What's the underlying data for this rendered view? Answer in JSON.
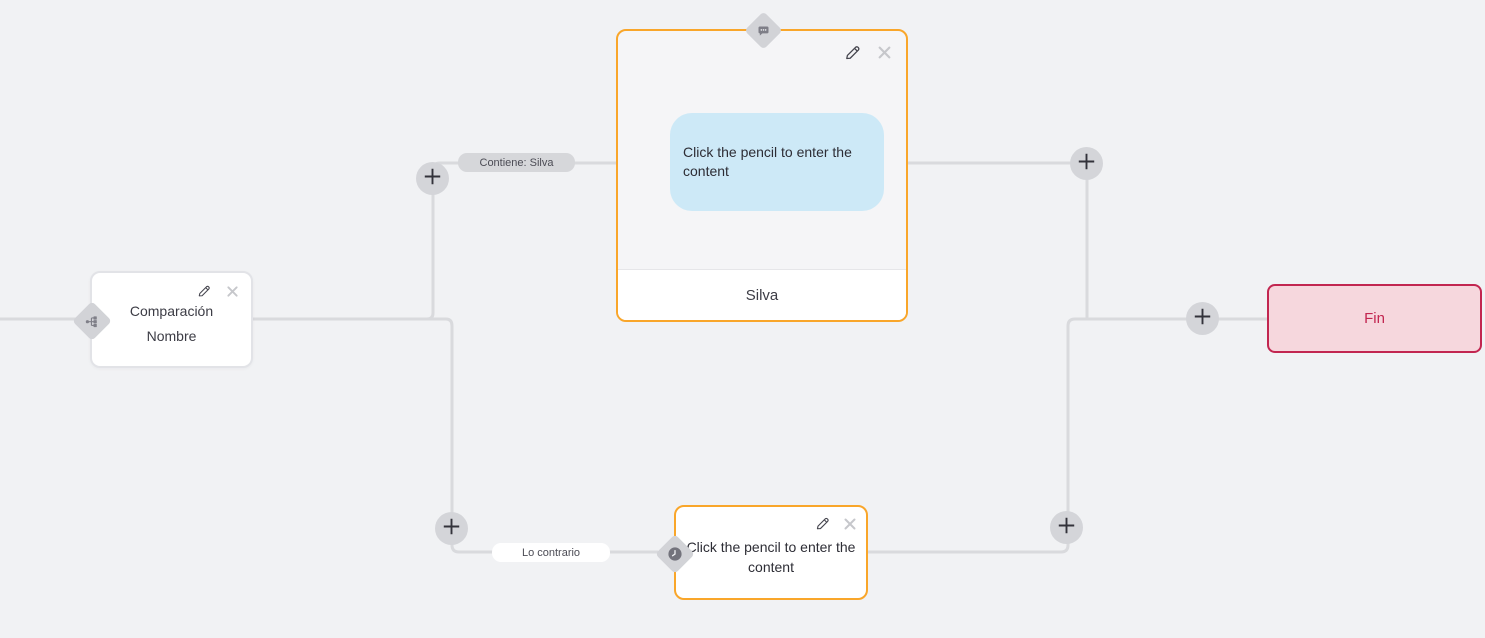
{
  "flow": {
    "background_color": "#f1f2f4",
    "connector_color": "#d9dadd",
    "accent_orange": "#f9a62a",
    "accent_red": "#c22650",
    "bubble_blue": "#cde9f7",
    "nodes": {
      "condition": {
        "title_line1": "Comparación",
        "title_line2": "Nombre",
        "icon": "split-hierarchy-icon"
      },
      "message": {
        "placeholder_text": "Click the pencil to enter the content",
        "footer_label": "Silva",
        "icon": "chat-bubble-icon"
      },
      "fallback": {
        "placeholder_text": "Click the pencil to enter the content",
        "icon": "clock-icon"
      },
      "end": {
        "label": "Fin"
      }
    },
    "edge_labels": {
      "contains": "Contiene: Silva",
      "otherwise": "Lo contrario"
    }
  }
}
